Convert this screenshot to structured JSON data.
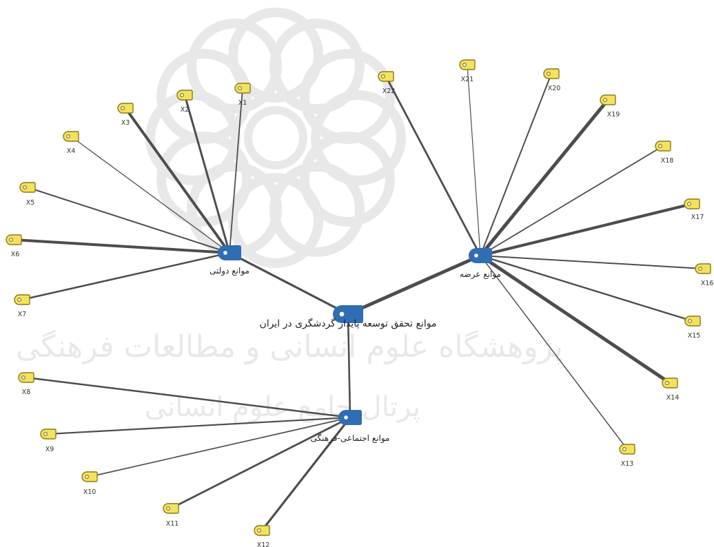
{
  "colors": {
    "category_node": "#2f6db5",
    "indicator_node": "#f3e25e",
    "indicator_border": "#8a7a1c",
    "edge": "#4d4d4d"
  },
  "root": {
    "id": "root",
    "label": "موانع تحقق توسعه پایدار گردشگری در ایران"
  },
  "categories": [
    {
      "id": "gov",
      "label": "موانع دولتی"
    },
    {
      "id": "supply",
      "label": "موانع عرضه"
    },
    {
      "id": "social",
      "label": "موانع اجتماعی-فرهنگی"
    }
  ],
  "indicators": [
    {
      "id": "X1",
      "label": "X1",
      "parent": "gov"
    },
    {
      "id": "X2",
      "label": "X2",
      "parent": "gov"
    },
    {
      "id": "X3",
      "label": "X3",
      "parent": "gov"
    },
    {
      "id": "X4",
      "label": "X4",
      "parent": "gov"
    },
    {
      "id": "X5",
      "label": "X5",
      "parent": "gov"
    },
    {
      "id": "X6",
      "label": "X6",
      "parent": "gov"
    },
    {
      "id": "X7",
      "label": "X7",
      "parent": "gov"
    },
    {
      "id": "X8",
      "label": "X8",
      "parent": "social"
    },
    {
      "id": "X9",
      "label": "X9",
      "parent": "social"
    },
    {
      "id": "X10",
      "label": "X10",
      "parent": "social"
    },
    {
      "id": "X11",
      "label": "X11",
      "parent": "social"
    },
    {
      "id": "X12",
      "label": "X12",
      "parent": "social"
    },
    {
      "id": "X13",
      "label": "X13",
      "parent": "supply"
    },
    {
      "id": "X14",
      "label": "X14",
      "parent": "supply"
    },
    {
      "id": "X15",
      "label": "X15",
      "parent": "supply"
    },
    {
      "id": "X16",
      "label": "X16",
      "parent": "supply"
    },
    {
      "id": "X17",
      "label": "X17",
      "parent": "supply"
    },
    {
      "id": "X18",
      "label": "X18",
      "parent": "supply"
    },
    {
      "id": "X19",
      "label": "X19",
      "parent": "supply"
    },
    {
      "id": "X20",
      "label": "X20",
      "parent": "supply"
    },
    {
      "id": "X21",
      "label": "X21",
      "parent": "supply"
    },
    {
      "id": "X22",
      "label": "X22",
      "parent": "supply"
    }
  ],
  "watermark": {
    "line1": "پژوهشگاه علوم انسانی و مطالعات فرهنگی",
    "line2": "پرتال جامع علوم انسانی"
  }
}
